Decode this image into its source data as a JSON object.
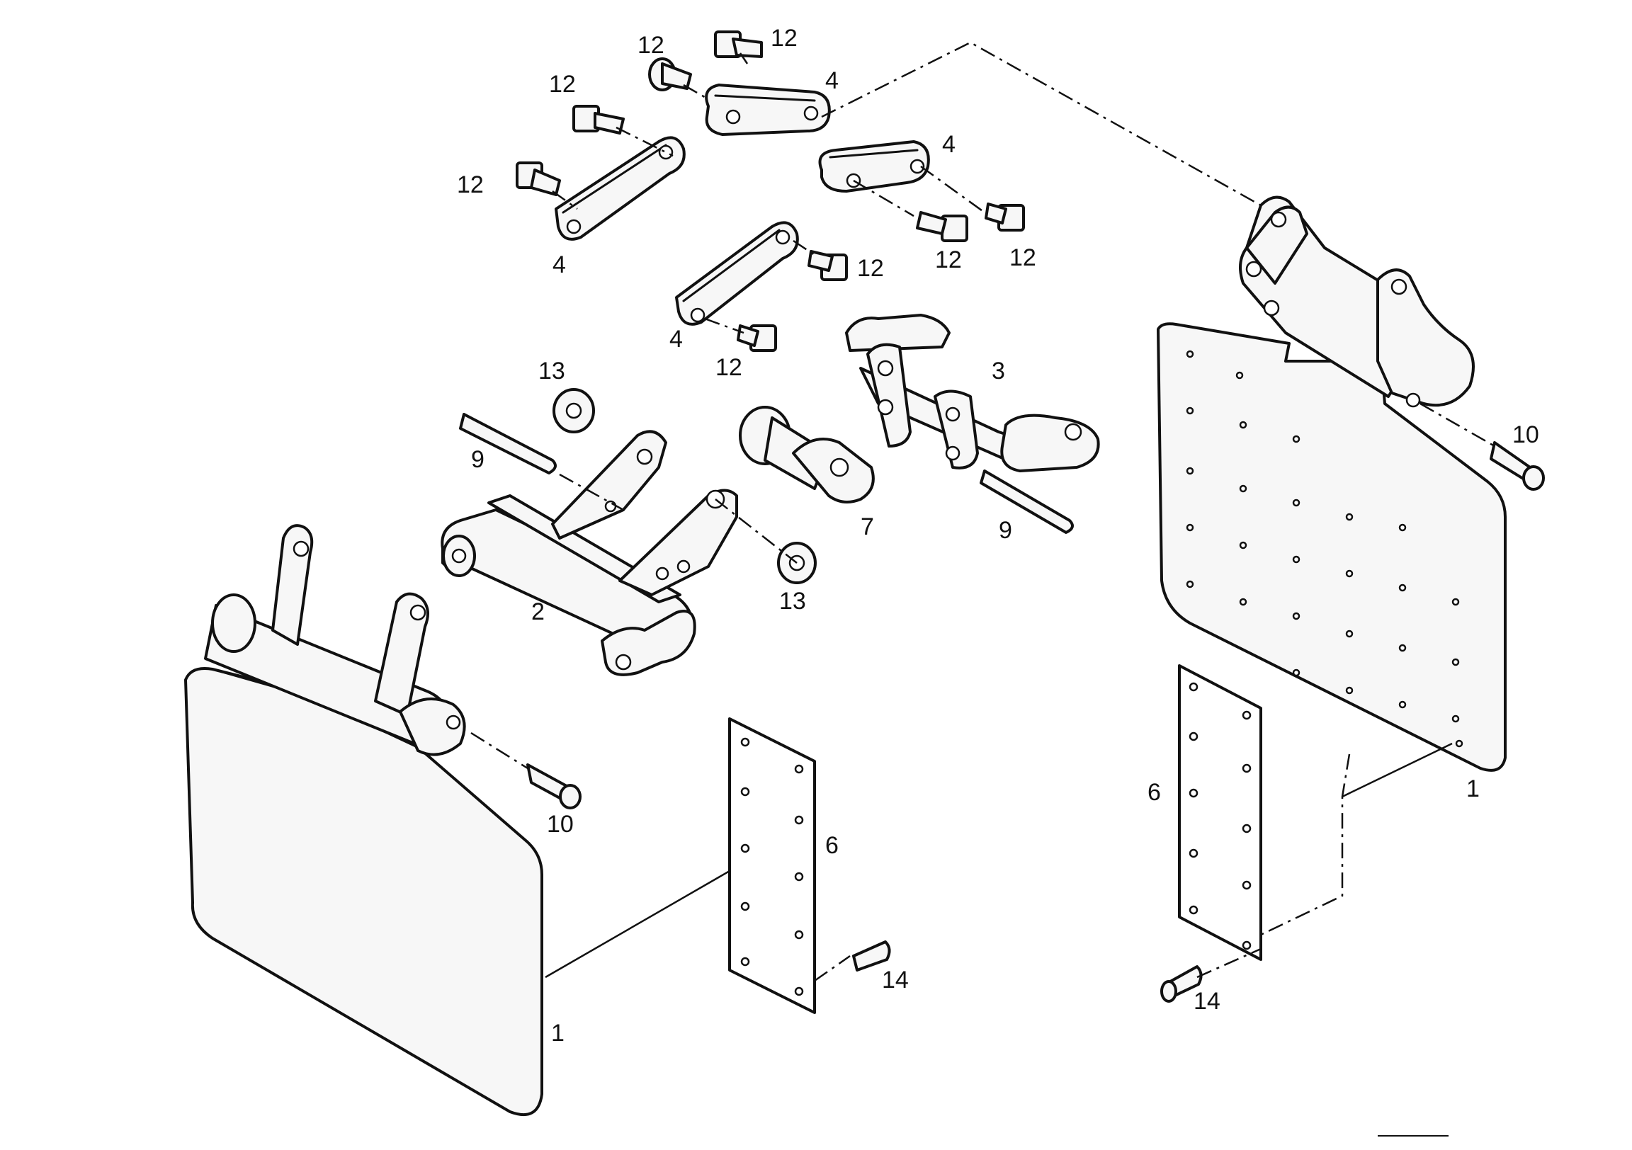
{
  "callouts": {
    "c1_left": "1",
    "c1_right": "1",
    "c2": "2",
    "c3": "3",
    "c4_top": "4",
    "c4_right": "4",
    "c4_left": "4",
    "c4_mid": "4",
    "c6_left": "6",
    "c6_right": "6",
    "c7": "7",
    "c9_left": "9",
    "c9_right": "9",
    "c10_left": "10",
    "c10_right": "10",
    "c12_a": "12",
    "c12_b": "12",
    "c12_c": "12",
    "c12_d": "12",
    "c12_e": "12",
    "c12_f": "12",
    "c12_g": "12",
    "c12_h": "12",
    "c13_top": "13",
    "c13_bottom": "13",
    "c14_left": "14",
    "c14_right": "14"
  }
}
